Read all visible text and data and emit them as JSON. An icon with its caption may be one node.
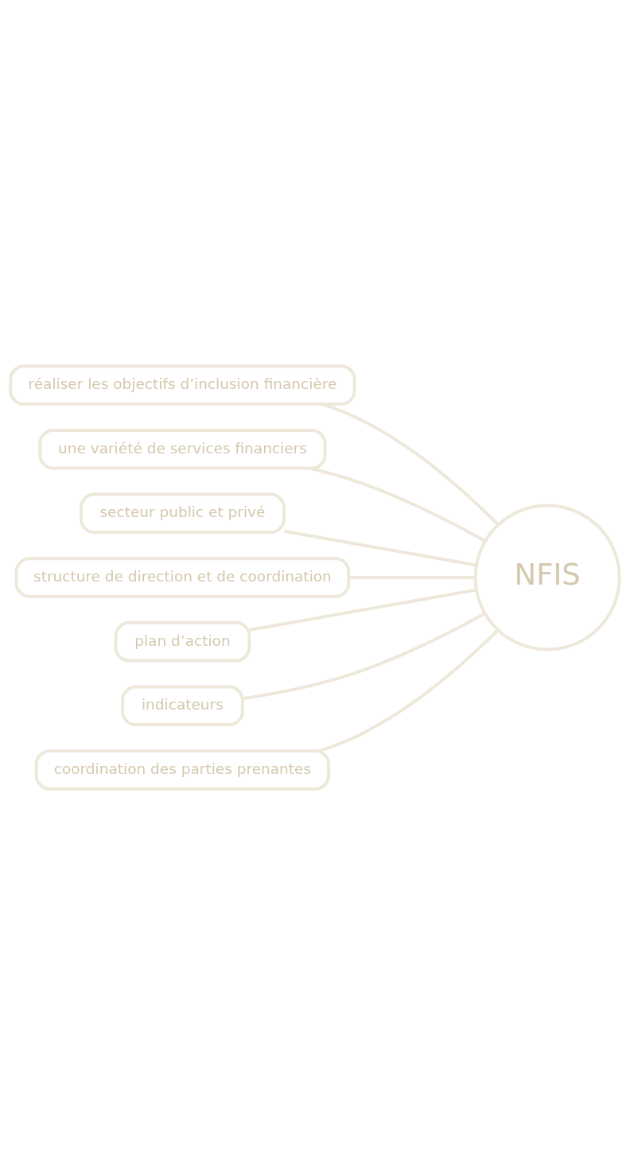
{
  "diagram": {
    "nodes": [
      {
        "text": [
          "réaliser les objectifs d’inclusion financière"
        ]
      },
      {
        "text": [
          "une variété de services financiers"
        ]
      },
      {
        "text": [
          "secteur public et privé"
        ]
      },
      {
        "text": [
          "structure de direction et de coordination"
        ]
      },
      {
        "text": [
          "NFIS"
        ]
      },
      {
        "text": [
          "plan d’action"
        ]
      },
      {
        "text": [
          "indicateurs"
        ]
      },
      {
        "text": [
          "coordination des parties prenantes"
        ]
      }
    ],
    "edges": [
      {
        "from": 4,
        "to": 0,
        "arrow": "none"
      },
      {
        "from": 4,
        "to": 1,
        "arrow": "none"
      },
      {
        "from": 4,
        "to": 2,
        "arrow": "none"
      },
      {
        "from": 4,
        "to": 3,
        "arrow": "none"
      },
      {
        "from": 4,
        "to": 5,
        "arrow": "none"
      },
      {
        "from": 4,
        "to": 6,
        "arrow": "none"
      },
      {
        "from": 4,
        "to": 7,
        "arrow": "none"
      }
    ]
  }
}
